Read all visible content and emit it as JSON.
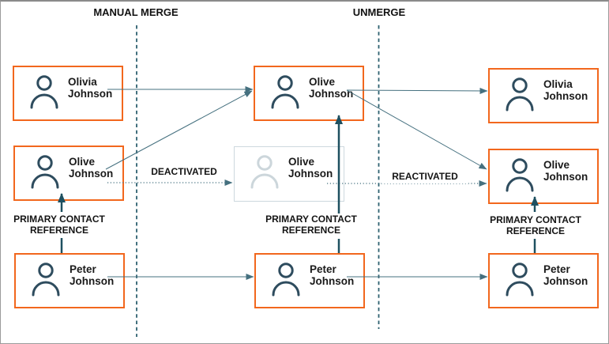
{
  "phases": {
    "manual_merge": "MANUAL MERGE",
    "unmerge": "UNMERGE"
  },
  "labels": {
    "deactivated": "DEACTIVATED",
    "reactivated": "REACTIVATED",
    "primary_contact_reference": "PRIMARY CONTACT REFERENCE"
  },
  "cards": {
    "left_olivia": {
      "name": "Olivia Johnson",
      "state": "active"
    },
    "left_olive": {
      "name": "Olive Johnson",
      "state": "active"
    },
    "left_peter": {
      "name": "Peter Johnson",
      "state": "active"
    },
    "merged_olive": {
      "name": "Olive Johnson",
      "state": "active"
    },
    "deactivated_olive": {
      "name": "Olive Johnson",
      "state": "deactivated"
    },
    "merged_peter": {
      "name": "Peter Johnson",
      "state": "active"
    },
    "right_olivia": {
      "name": "Olivia Johnson",
      "state": "active"
    },
    "right_olive": {
      "name": "Olive Johnson",
      "state": "active"
    },
    "right_peter": {
      "name": "Peter Johnson",
      "state": "active"
    }
  },
  "colors": {
    "card_border": "#f2671d",
    "card_border_inactive": "#cdd8de",
    "icon": "#2e4c5e",
    "icon_inactive": "#ccd6db",
    "connector": "#45707f",
    "connector_strong": "#1e5060",
    "divider": "#2e6170"
  }
}
